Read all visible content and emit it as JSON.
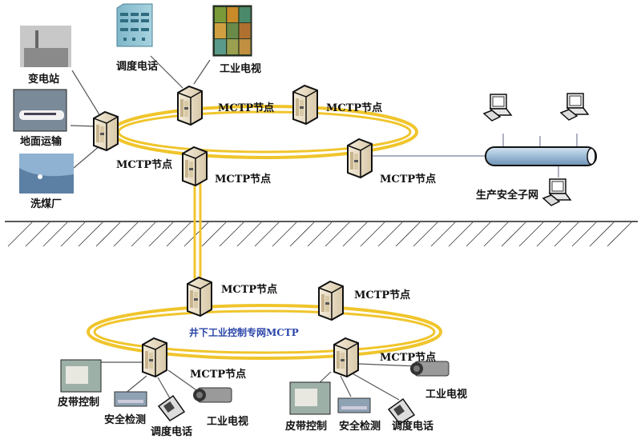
{
  "title": "MCTP 矿井综合监控网络拓扑",
  "colors": {
    "ring": "#f2c832",
    "ring_edge": "#c9a000",
    "server_body": "#e9dcc3",
    "server_edge": "#111111",
    "link_line": "#555555",
    "pipe": "#9dbbd6",
    "ground": "#222222",
    "underground_label": "#2a45a8"
  },
  "surface": {
    "node_label": "MCTP节点",
    "devices": {
      "substation": "变电站",
      "ground_transport": "地面运输",
      "coal_washing": "洗煤厂",
      "dispatch_phone": "调度电话",
      "industrial_tv": "工业电视"
    },
    "subnet": {
      "label": "生产安全子网"
    }
  },
  "underground": {
    "ring_label": "井下工业控制专网MCTP",
    "node_label": "MCTP节点",
    "left_devices": {
      "belt_control": "皮带控制",
      "safety_monitor": "安全检测",
      "dispatch_phone": "调度电话",
      "industrial_tv": "工业电视"
    },
    "right_devices": {
      "belt_control": "皮带控制",
      "safety_monitor": "安全检测",
      "dispatch_phone": "调度电话",
      "industrial_tv": "工业电视"
    }
  }
}
